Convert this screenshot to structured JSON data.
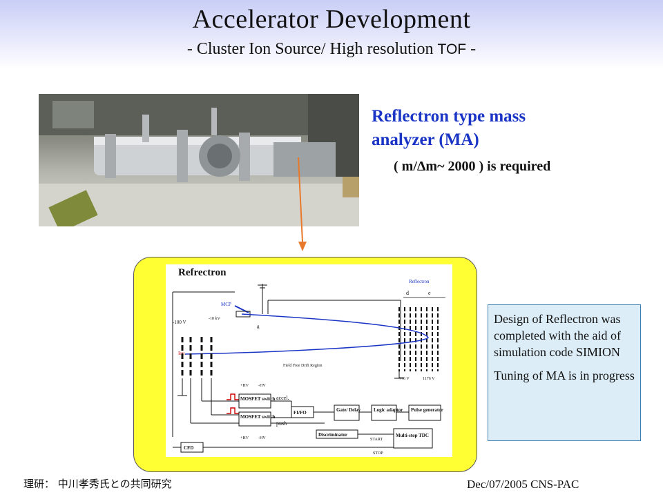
{
  "header": {
    "title": "Accelerator Development",
    "subtitle_prefix": "- Cluster Ion Source/ High resolution ",
    "subtitle_mono": "TOF",
    "subtitle_suffix": " -"
  },
  "analyzer": {
    "heading": "Reflectron type mass analyzer (MA)",
    "requirement": "( m/Δm~ 2000 ) is required"
  },
  "diagram": {
    "title": "Refrectron",
    "labels": {
      "reflectron": "Reflectron",
      "d": "d",
      "e": "e",
      "mcp": "MCP",
      "minus10kv": "-10 kV",
      "minus100v": "-100 V",
      "g": "g",
      "ion": "Ion",
      "field_free": "Field Free Drift Region",
      "v776": "776 V",
      "v1176": "1176 V",
      "hv_plus_top": "+HV",
      "hv_minus_top": "-HV",
      "hv_plus_bot": "+HV",
      "hv_minus_bot": "-HV",
      "accel": "accel.",
      "push": "push",
      "mosfet1": "MOSFET switch",
      "mosfet2": "MOSFET switch",
      "fifo": "FI/FO",
      "gate": "Gate/ Delay",
      "logic": "Logic adaptor",
      "pulse": "Pulse generator",
      "discriminator": "Discriminator",
      "start": "START",
      "stop": "STOP",
      "tdc": "Multi-stop TDC",
      "cfd": "CFD"
    }
  },
  "notes": {
    "line1": "Design of Reflectron was completed with the aid of simulation code SIMION",
    "line2": "Tuning of MA is in progress"
  },
  "footer": {
    "left": "理研： 中川孝秀氏との共同研究",
    "right": "Dec/07/2005 CNS-PAC"
  },
  "colors": {
    "heading_blue": "#1a35c6",
    "frame_yellow": "#ffff33",
    "note_bg": "#dcedf7",
    "arrow_orange": "#e8792a"
  }
}
